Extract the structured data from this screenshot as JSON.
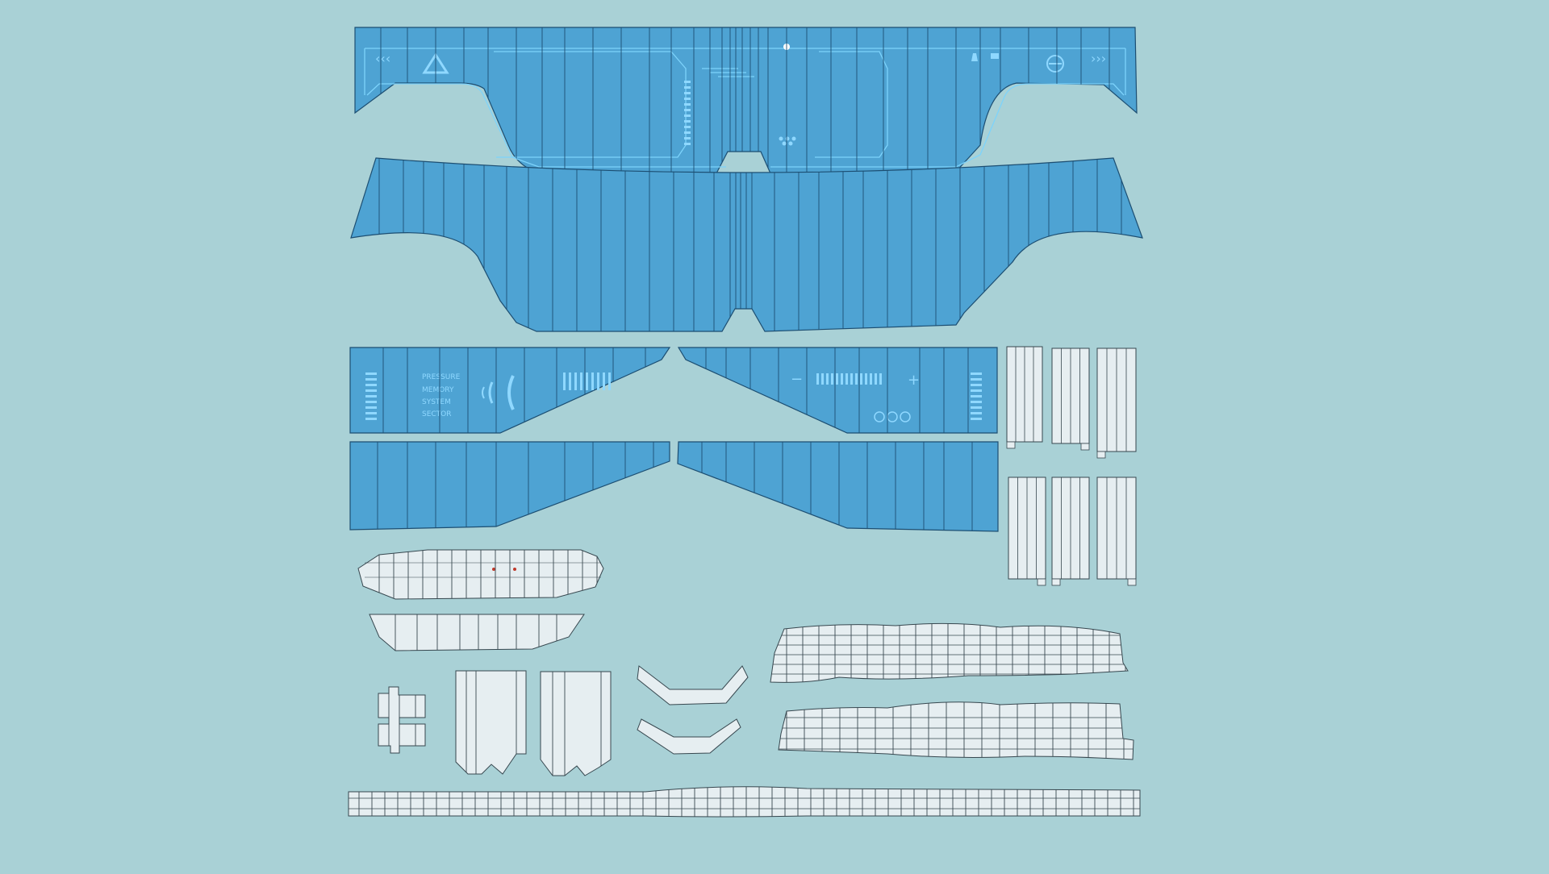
{
  "colors": {
    "background": "#a9d1d6",
    "panel_fill": "#4ea3d3",
    "panel_outline": "#1c4e72",
    "hud_line": "#7dd3fb",
    "hud_text": "#8fd8ff",
    "white_part": "#e6eef1",
    "wire_line": "#37474f",
    "marker": "#c0392b"
  },
  "hud_labels": {
    "line1": "PRESSURE",
    "line2": "MEMORY",
    "line3": "SYSTEM",
    "line4": "SECTOR"
  },
  "hud_symbols": {
    "left_arrows": "‹‹‹",
    "right_arrows": "›››",
    "minus": "−",
    "plus": "+"
  }
}
